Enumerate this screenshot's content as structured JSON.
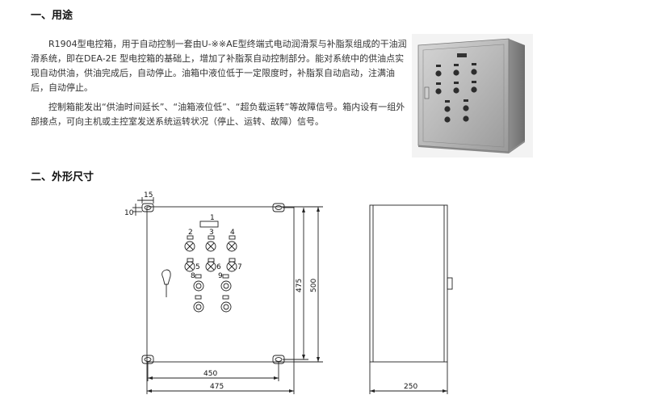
{
  "section1": {
    "heading": "一、用途",
    "paragraph1": "R1904型电控箱，用于自动控制一套由U-※※AE型终端式电动润滑泵与补脂泵组成的干油润滑系统，即在DEA-2E 型电控箱的基础上，增加了补脂泵自动控制部分。能对系统中的供油点实现自动供油，供油完成后，自动停止。油箱中液位低于一定限度时，补脂泵自动启动，注满油后，自动停止。",
    "paragraph2": "控制箱能发出“供油时间延长”、“油箱液位低”、“超负载运转”等故障信号。箱内设有一组外部接点，可向主机或主控室发送系统运转状况（停止、运转、故障）信号。"
  },
  "section2": {
    "heading": "二、外形尺寸"
  },
  "drawing": {
    "dim_15": "15",
    "dim_10": "10",
    "dim_450": "450",
    "dim_475_width": "475",
    "dim_475_height": "475",
    "dim_500": "500",
    "dim_250": "250",
    "callout_1": "1",
    "callout_2": "2",
    "callout_3": "3",
    "callout_4": "4",
    "callout_5": "5",
    "callout_6": "6",
    "callout_7": "7",
    "callout_8": "8",
    "callout_9": "9"
  }
}
